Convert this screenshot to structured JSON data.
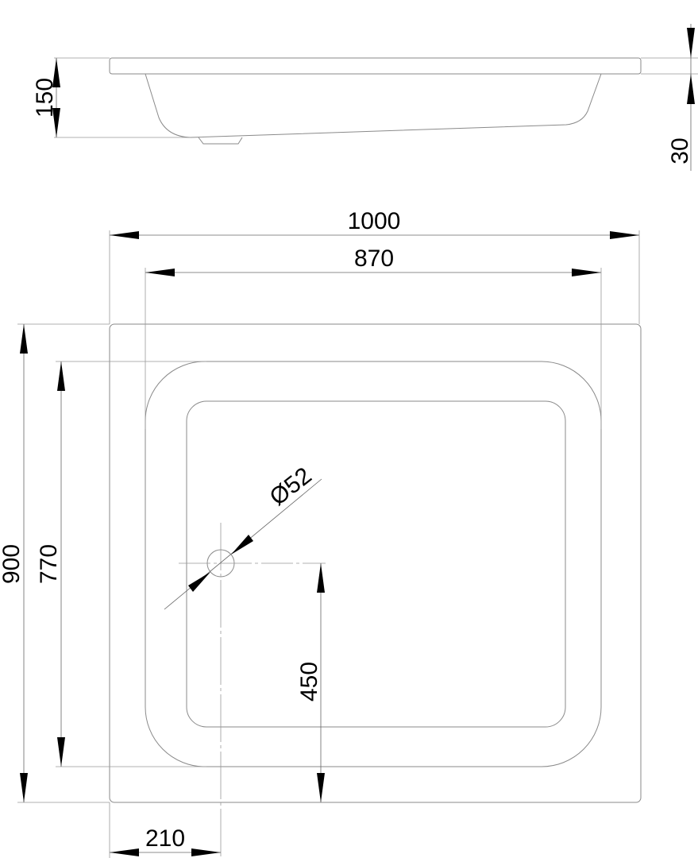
{
  "drawing": {
    "side_view": {
      "height_label": "150",
      "rim_label": "30"
    },
    "plan_view": {
      "width_outer_label": "1000",
      "width_inner_label": "870",
      "depth_outer_label": "900",
      "depth_inner_label": "770",
      "drain_diameter_label": "Ø52",
      "drain_y_offset_label": "450",
      "drain_x_offset_label": "210"
    }
  }
}
